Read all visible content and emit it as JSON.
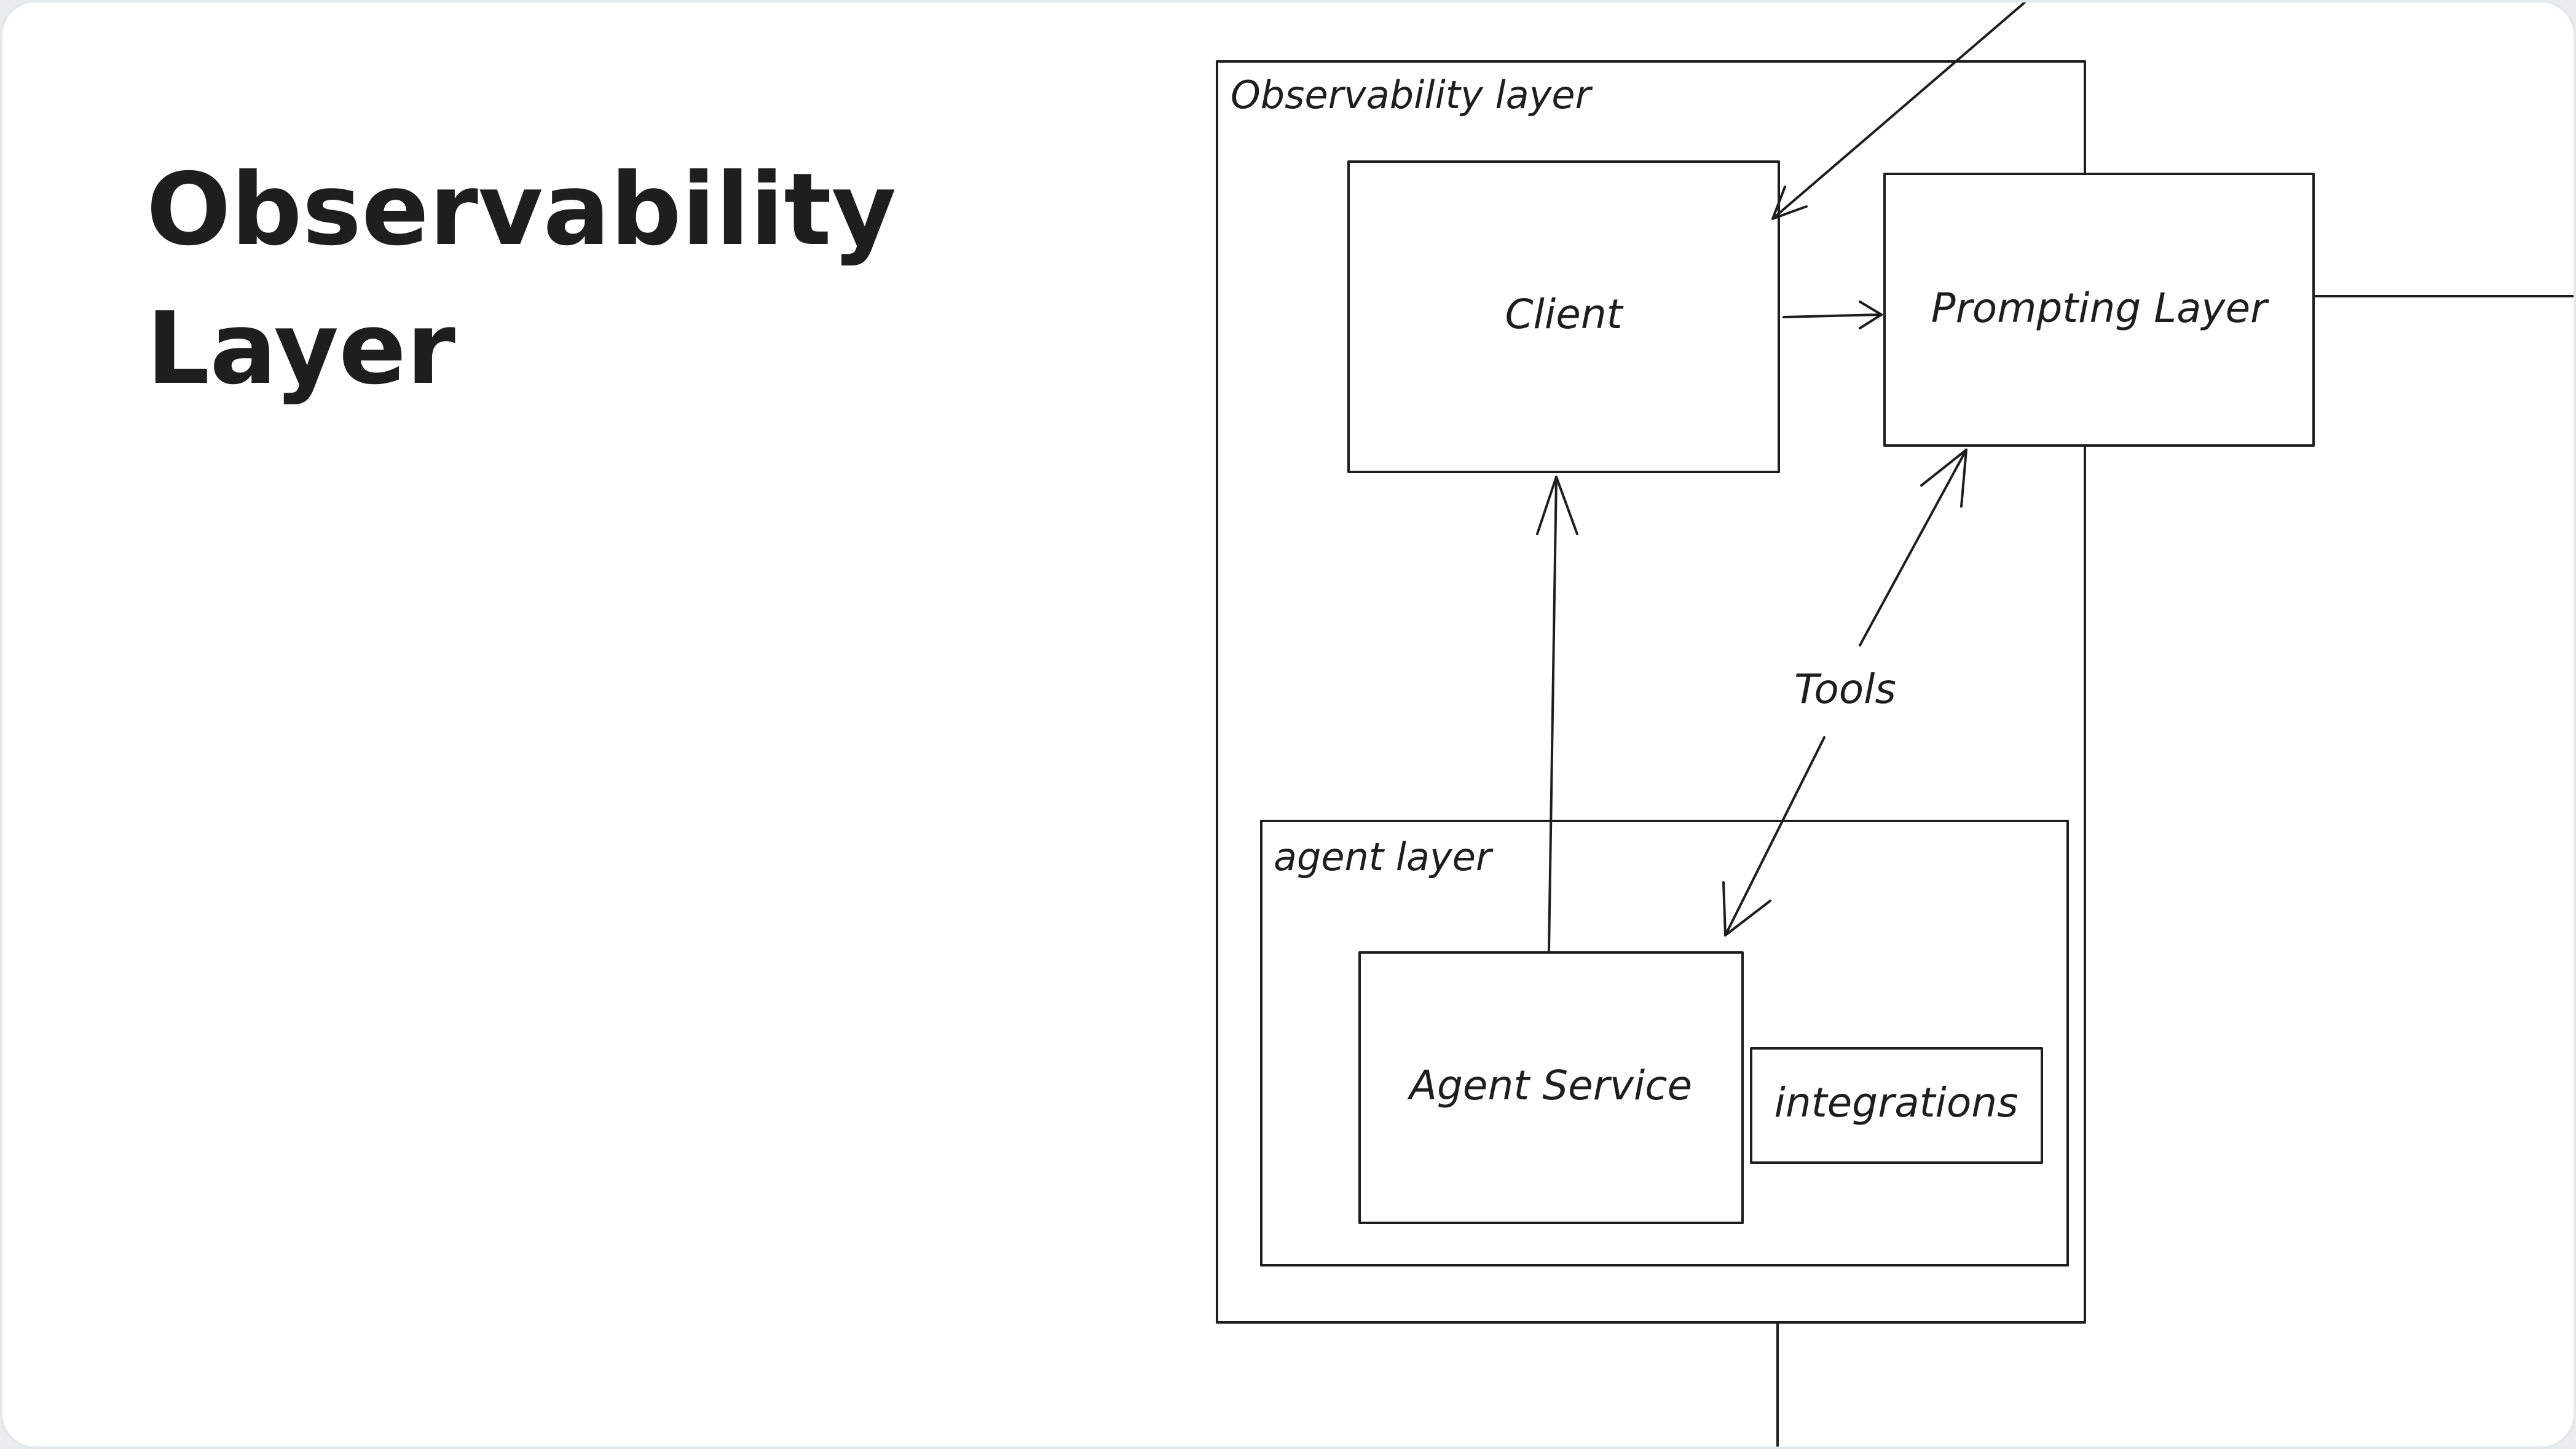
{
  "slide": {
    "title_line1": "Observability",
    "title_line2": "Layer"
  },
  "diagram": {
    "groups": {
      "observability": "Observability layer",
      "agent": "agent layer"
    },
    "nodes": {
      "client": "Client",
      "prompting": "Prompting Layer",
      "agent_service": "Agent Service",
      "integrations": "integrations"
    },
    "edges": {
      "tools": "Tools"
    }
  }
}
